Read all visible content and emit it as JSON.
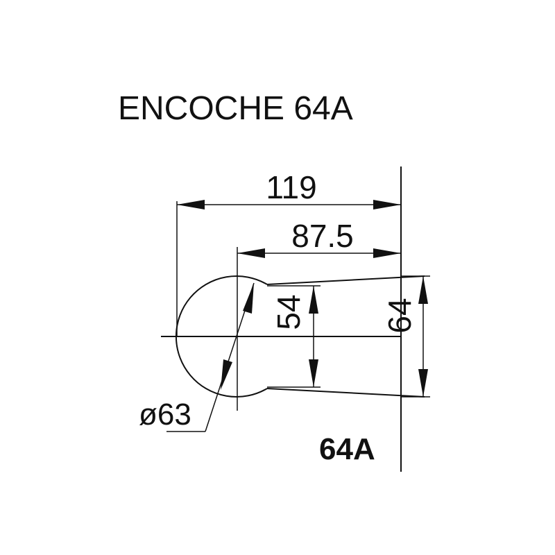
{
  "title": "ENCOCHE 64A",
  "dimensions": {
    "overall_length": "119",
    "center_to_edge": "87.5",
    "neck_width": "54",
    "end_width": "64",
    "diameter": "ø63"
  },
  "label": "64A"
}
